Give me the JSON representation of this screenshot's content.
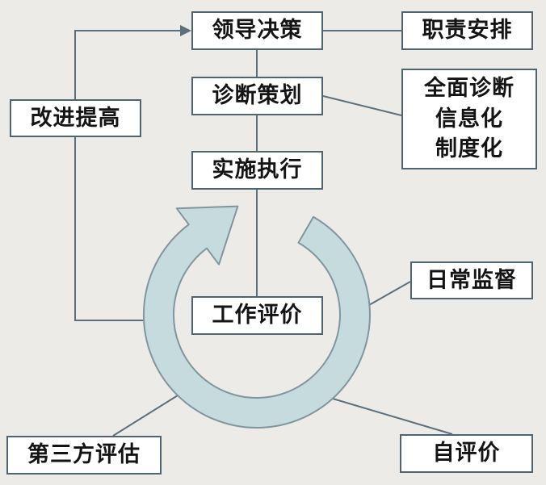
{
  "colors": {
    "background": "#ECEBE8",
    "box_fill": "#FFFFFF",
    "box_border": "#4E6471",
    "line": "#5D6F7B",
    "cycle_fill": "#C5DBDE",
    "cycle_stroke": "#82959E",
    "text": "#141414"
  },
  "boxes": {
    "leadership": "领导决策",
    "responsibility": "职责安排",
    "diagnosis_planning": "诊断策划",
    "comprehensive": {
      "line1": "全面诊断",
      "line2": "信息化",
      "line3": "制度化"
    },
    "implementation": "实施执行",
    "improvement": "改进提高",
    "work_evaluation": "工作评价",
    "daily_supervision": "日常监督",
    "third_party_assessment": "第三方评估",
    "self_evaluation": "自评价"
  }
}
